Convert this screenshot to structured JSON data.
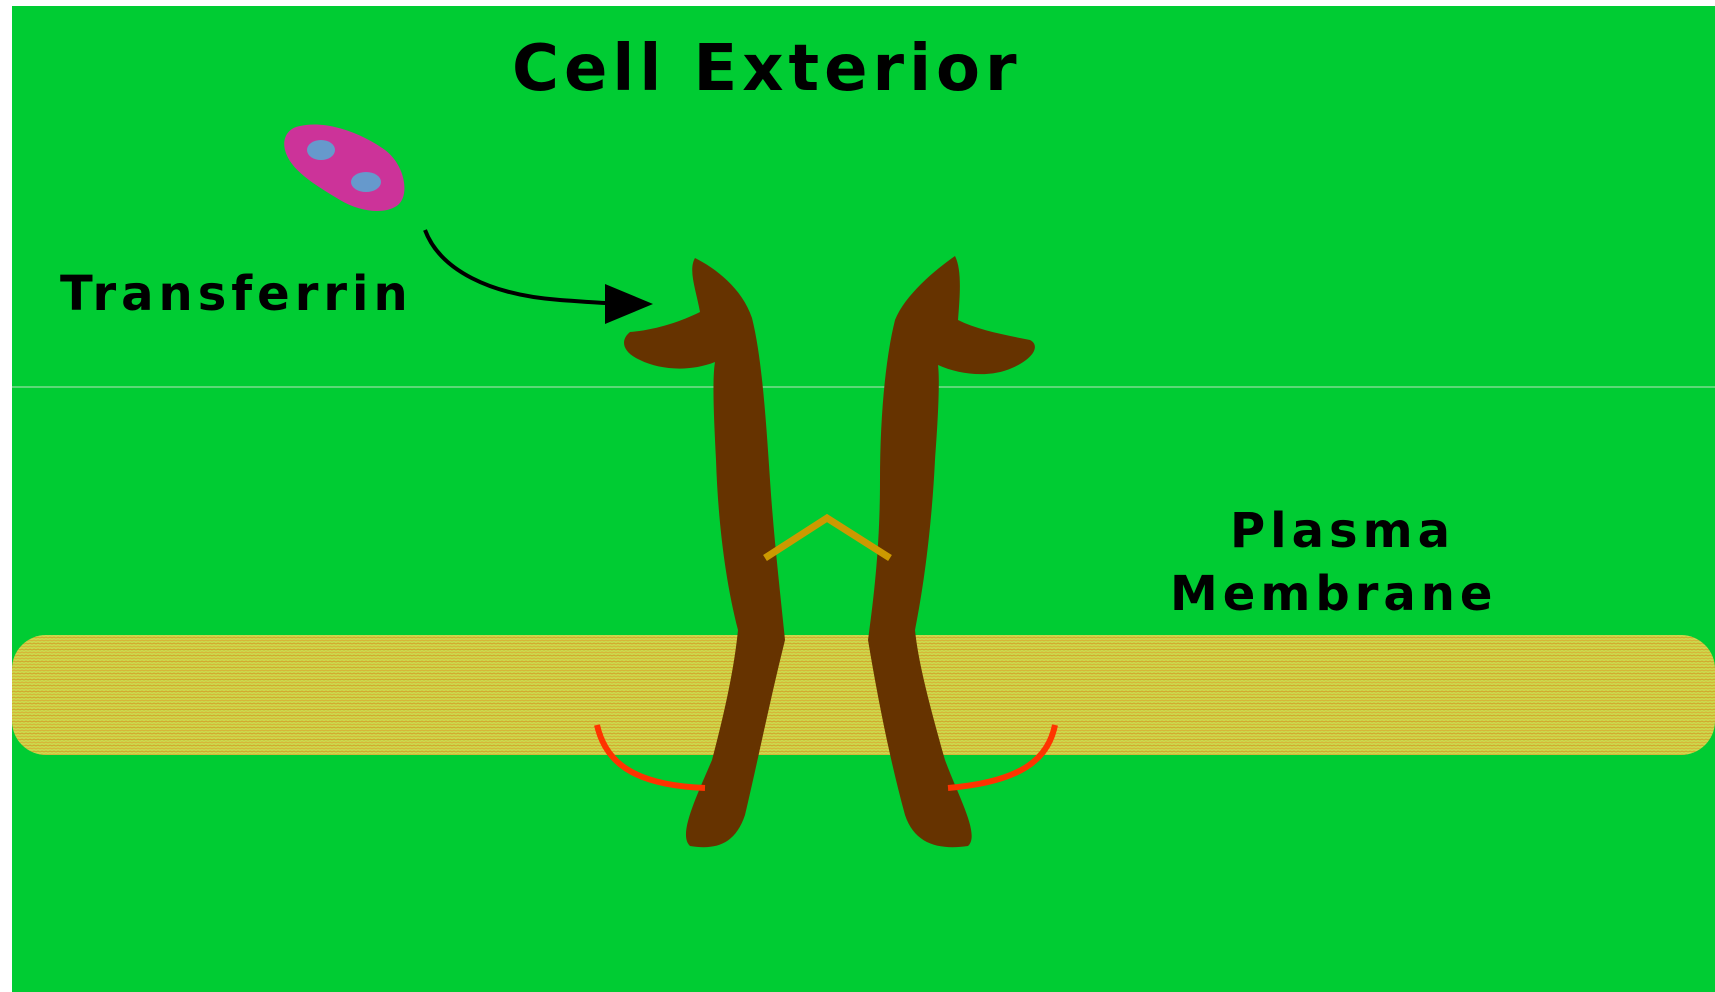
{
  "diagram": {
    "title": "Cell Exterior",
    "transferrin_label": "Transferrin",
    "membrane_label_line1": "Plasma",
    "membrane_label_line2": "Membrane"
  },
  "colors": {
    "background": "#00cc33",
    "receptor": "#663300",
    "transferrin_body": "#cc3399",
    "iron_dot": "#6699cc",
    "membrane_fill": "#ccd94d",
    "membrane_texture": "#d2a229",
    "disulfide_bond": "#cc9900",
    "anchor_arc": "#ff3300",
    "label_text": "#000000"
  },
  "icons": {
    "transferrin": "transferrin-molecule-icon",
    "arrow": "binding-arrow-icon"
  }
}
